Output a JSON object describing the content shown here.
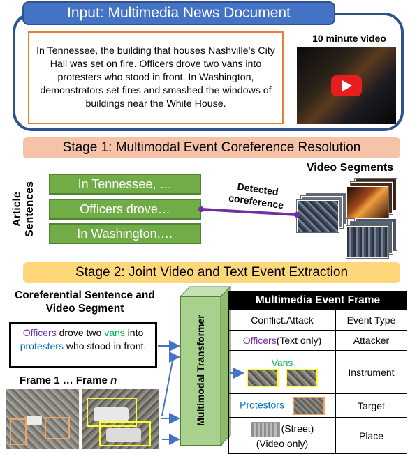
{
  "input": {
    "title": "Input: Multimedia News Document",
    "document_text": "In Tennessee, the building that houses Nashville’s City Hall was set on fire. Officers drove two vans into protesters who stood in front. In Washington, demonstrators set fires and smashed the windows of buildings near the White House.",
    "video_label": "10 minute video",
    "video_icon": "play-button-icon"
  },
  "stage1": {
    "title": "Stage 1: Multimodal Event Coreference Resolution",
    "article_label": "Article Sentences",
    "sentences": [
      "In Tennessee, …",
      "Officers drove…",
      "In Washington,…"
    ],
    "coreference_label": "Detected coreference",
    "video_segments_label": "Video Segments"
  },
  "stage2": {
    "title": "Stage 2: Joint Video and Text Event Extraction",
    "coref_title": "Coreferential Sentence and Video Segment",
    "sentence_parts": {
      "p1": "Officers",
      "p2": " drove two ",
      "p3": "vans",
      "p4": " into ",
      "p5": "protesters",
      "p6": " who stood in front."
    },
    "frame_label_prefix": "Frame 1 … Frame ",
    "frame_label_n": "n",
    "transformer_label": "Multimodal Transformer"
  },
  "event_frame": {
    "title": "Multimedia Event Frame",
    "event_type": "Conflict.Attack",
    "event_type_label": "Event Type",
    "attacker_value": "Officers",
    "attacker_note": "(Text only)",
    "attacker_label": "Attacker",
    "instrument_value": "Vans",
    "instrument_label": "Instrument",
    "target_value": "Protestors",
    "target_label": "Target",
    "place_value": "(Street)",
    "place_note": "(Video only)",
    "place_label": "Place"
  },
  "colors": {
    "input_blue": "#4472c4",
    "stage1_peach": "#f7c3a8",
    "stage2_yellow": "#fdd77a",
    "sentence_green": "#70ad47",
    "coref_purple": "#7030a0",
    "transformer_green": "#a9d18e",
    "arrow_blue": "#4472c4"
  }
}
